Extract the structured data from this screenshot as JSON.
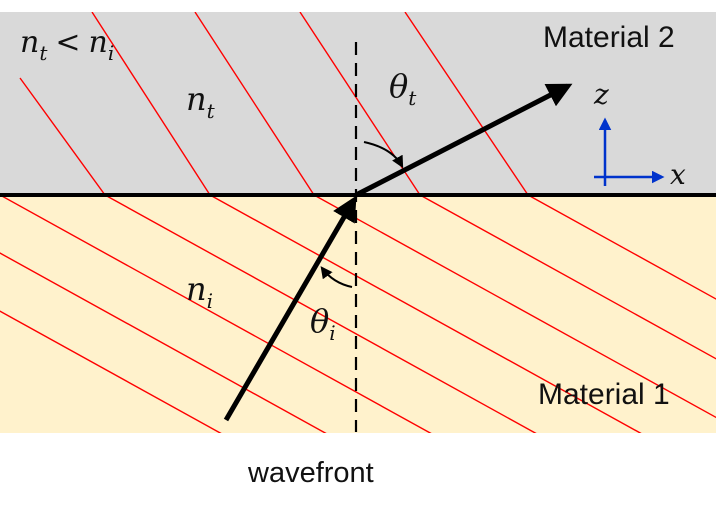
{
  "diagram": {
    "condition": {
      "n_left": "n",
      "n_left_sub": "t",
      "relation": "<",
      "n_right": "n",
      "n_right_sub": "i"
    },
    "material_top_label": "Material 2",
    "material_bottom_label": "Material 1",
    "index_top": {
      "symbol": "n",
      "sub": "t"
    },
    "index_bottom": {
      "symbol": "n",
      "sub": "i"
    },
    "angle_transmitted": {
      "symbol": "θ",
      "sub": "t"
    },
    "angle_incident": {
      "symbol": "θ",
      "sub": "i"
    },
    "axis_z_label": "z",
    "axis_x_label": "x",
    "caption": "wavefront",
    "colors": {
      "material_top": "#d9d9d9",
      "material_bottom": "#fff2cc",
      "wavefront_lines": "#ff0000",
      "rays": "#000000",
      "axes": "#0033cc"
    }
  }
}
